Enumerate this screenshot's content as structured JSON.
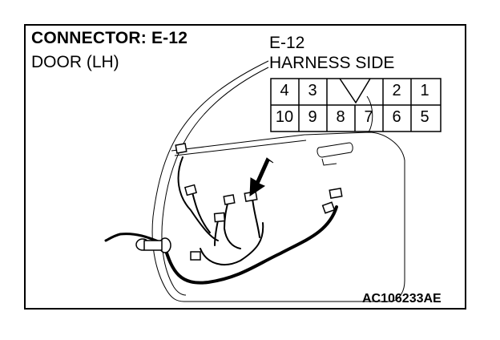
{
  "title": "CONNECTOR: E-12",
  "subtitle": "DOOR (LH)",
  "connector": {
    "id": "E-12",
    "side": "HARNESS SIDE",
    "top_row": [
      "4",
      "3",
      "2",
      "1"
    ],
    "bottom_row": [
      "10",
      "9",
      "8",
      "7",
      "6",
      "5"
    ]
  },
  "figure_code": "AC106233AE"
}
